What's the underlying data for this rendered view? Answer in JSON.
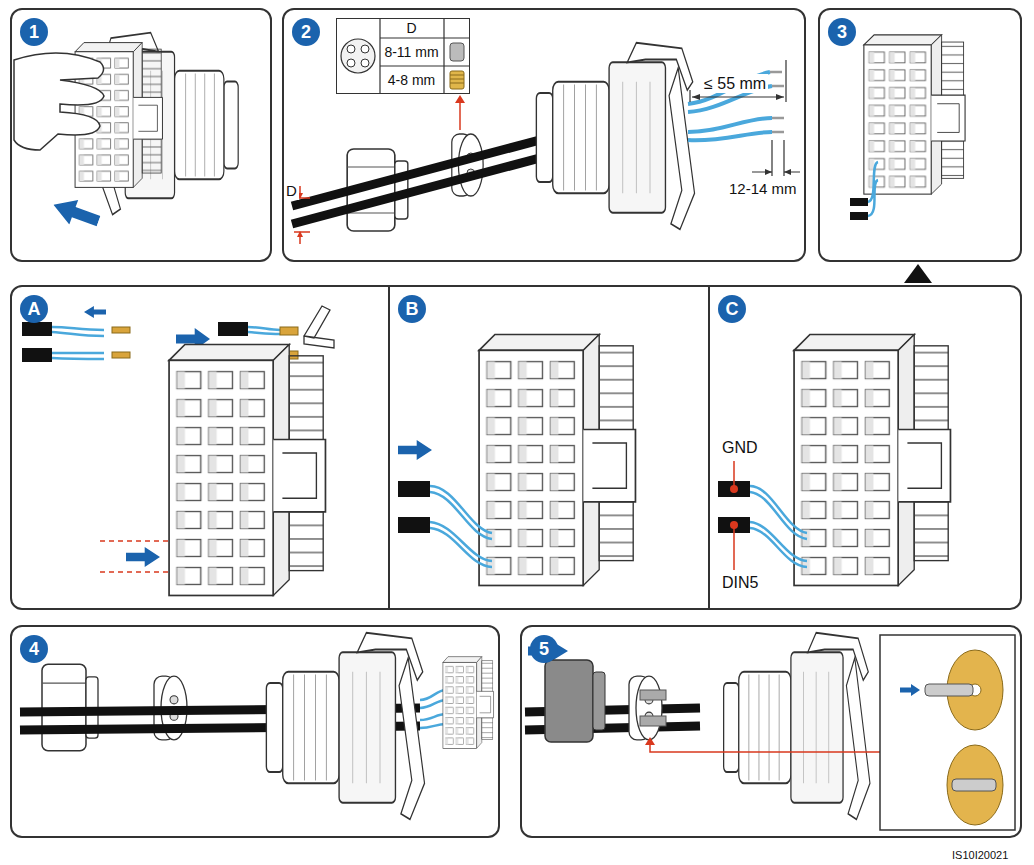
{
  "diagram": {
    "nodes": [
      {
        "text": [
          "1"
        ]
      },
      {
        "text": [
          "2"
        ]
      },
      {
        "text": [
          "D",
          "8-11 mm",
          "4-8 mm"
        ],
        "in": 1
      },
      {
        "text": [
          "3"
        ]
      },
      {
        "text": [
          "A"
        ]
      },
      {
        "text": [
          "B"
        ]
      },
      {
        "text": [
          "C"
        ]
      },
      {
        "text": [
          "4"
        ]
      },
      {
        "text": [
          "5"
        ]
      }
    ],
    "labels": [
      "D",
      "≤ 55 mm",
      "12-14 mm",
      "GND",
      "DIN5",
      "IS10I20021"
    ]
  }
}
